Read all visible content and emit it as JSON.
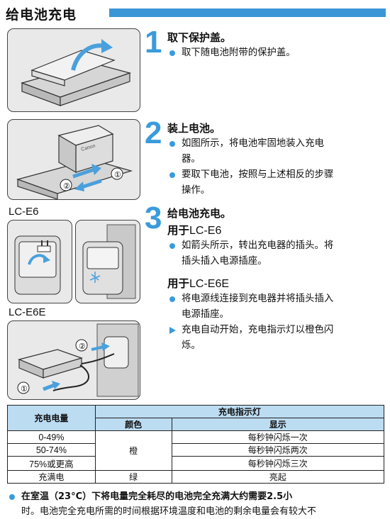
{
  "section": {
    "title": "给电池充电"
  },
  "labels": {
    "lc_e6": "LC-E6",
    "lc_e6e": "LC-E6E"
  },
  "steps": [
    {
      "num": "1",
      "title": "取下保护盖。",
      "bullets": [
        "取下随电池附带的保护盖。"
      ]
    },
    {
      "num": "2",
      "title": "装上电池。",
      "bullets": [
        "如图所示，将电池牢固地装入充电",
        "器。",
        "要取下电池，按照与上述相反的步骤",
        "操作。"
      ]
    },
    {
      "num": "3",
      "title": "给电池充电。",
      "sub1": {
        "prefix": "用于",
        "model": "LC-E6",
        "bullets": [
          "如箭头所示，转出充电器的插头。将",
          "插头插入电源插座。"
        ]
      },
      "sub2": {
        "prefix": "用于",
        "model": "LC-E6E",
        "bullets": [
          "将电源线连接到充电器并将插头插入",
          "电源插座。"
        ],
        "result": [
          "充电自动开始，充电指示灯以橙色闪",
          "烁。"
        ]
      }
    }
  ],
  "illustration_text": {
    "brand": "Canon",
    "callout_1": "①",
    "callout_2": "②"
  },
  "table": {
    "col_level": "充电电量",
    "col_lamp": "充电指示灯",
    "col_color": "颜色",
    "col_display": "显示",
    "rows": [
      {
        "level": "0-49%",
        "color": "橙",
        "display": "每秒钟闪烁一次"
      },
      {
        "level": "50-74%",
        "color": "",
        "display": "每秒钟闪烁两次"
      },
      {
        "level": "75%或更高",
        "color": "",
        "display": "每秒钟闪烁三次"
      },
      {
        "level": "充满电",
        "color": "绿",
        "display": "亮起"
      }
    ]
  },
  "note": {
    "line1": "在室温（23°C）下将电量完全耗尽的电池完全充满大约需要2.5小",
    "line2": "时。电池完全充电所需的时间根据环境温度和电池的剩余电量会有较大不"
  },
  "colors": {
    "accent": "#3a9bdc",
    "table_header": "#bcdcf2"
  }
}
